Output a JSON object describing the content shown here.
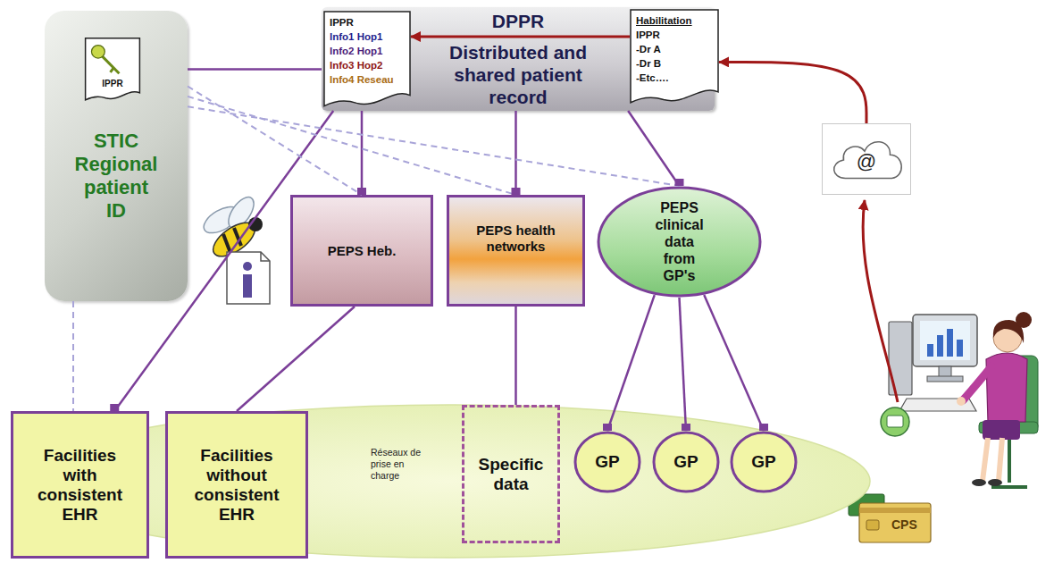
{
  "diagram": {
    "nodes": [
      {
        "text": [
          "DPPR",
          "Distributed and shared patient record"
        ]
      },
      {
        "text": [
          "IPPR",
          "Info1 Hop1",
          "Info2 Hop1",
          "Info3 Hop2",
          "Info4 Reseau"
        ],
        "in": 0
      },
      {
        "text": [
          "Habilitation",
          "IPPR",
          "-Dr A",
          "-Dr B",
          "-Etc…."
        ],
        "in": 0
      },
      {
        "text": [
          "STIC Regional patient ID"
        ]
      },
      {
        "text": [
          "IPPR"
        ],
        "in": 3
      },
      {
        "text": [
          "PEPS Heb."
        ]
      },
      {
        "text": [
          "PEPS health networks"
        ]
      },
      {
        "text": [
          "PEPS clinical data from GP's"
        ]
      },
      {
        "text": [
          "Réseaux de prise en charge"
        ]
      },
      {
        "text": [
          "Facilities with consistent EHR"
        ],
        "in": 8
      },
      {
        "text": [
          "Facilities without consistent EHR"
        ],
        "in": 8
      },
      {
        "text": [
          "Specific data"
        ],
        "in": 8
      },
      {
        "text": [
          "GP"
        ],
        "in": 8
      },
      {
        "text": [
          "GP"
        ],
        "in": 8
      },
      {
        "text": [
          "GP"
        ],
        "in": 8
      },
      {
        "text": [
          "@"
        ]
      }
    ],
    "edges": [
      {
        "from": 0,
        "to": 3,
        "arrow": "none"
      },
      {
        "from": 0,
        "to": 5,
        "arrow": "none"
      },
      {
        "from": 0,
        "to": 6,
        "arrow": "none"
      },
      {
        "from": 0,
        "to": 7,
        "arrow": "none"
      },
      {
        "from": 0,
        "to": 9,
        "arrow": "none"
      },
      {
        "from": 3,
        "to": 5,
        "arrow": "none"
      },
      {
        "from": 3,
        "to": 6,
        "arrow": "none"
      },
      {
        "from": 3,
        "to": 7,
        "arrow": "none"
      },
      {
        "from": 3,
        "to": 9,
        "arrow": "none"
      },
      {
        "from": 5,
        "to": 10,
        "arrow": "none"
      },
      {
        "from": 6,
        "to": 11,
        "arrow": "none"
      },
      {
        "from": 7,
        "to": 12,
        "arrow": "none"
      },
      {
        "from": 7,
        "to": 13,
        "arrow": "none"
      },
      {
        "from": 7,
        "to": 14,
        "arrow": "none"
      },
      {
        "from": 15,
        "to": 2,
        "arrow": "to"
      },
      {
        "from": 2,
        "to": 1,
        "arrow": "to"
      }
    ],
    "labels": [
      "CPS"
    ]
  }
}
